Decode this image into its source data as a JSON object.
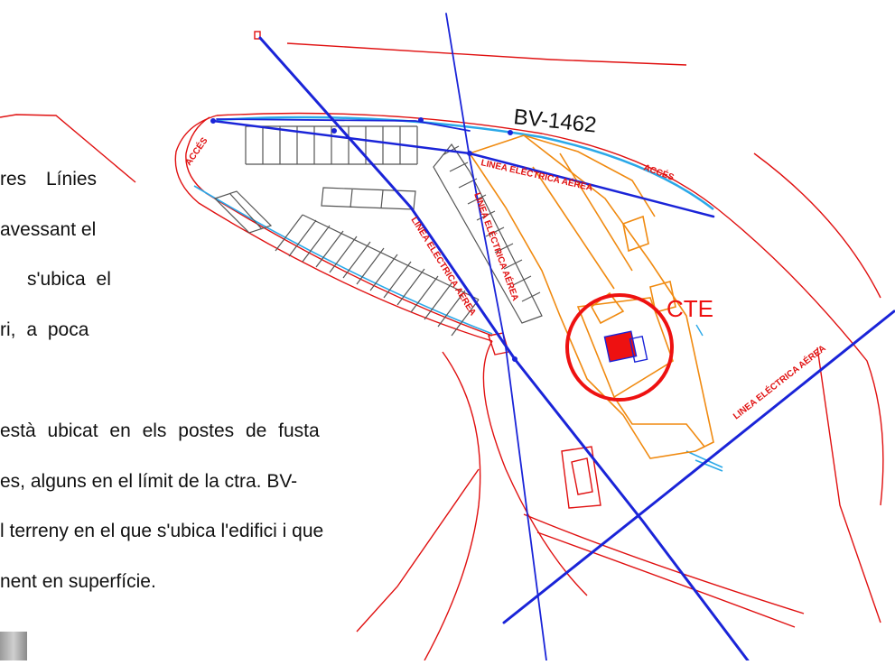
{
  "map": {
    "road_label": "BV-1462",
    "target_label": "CTE",
    "power_line_labels": [
      "LINEA ELÉCTRICA AÉREA",
      "LINEA ELÉCTRICA AÉREA",
      "LINEA ELÉCTRICA AÉREA",
      "LINEA ELÉCTRICA AÉREA"
    ],
    "access_labels": [
      "ACCÉS",
      "ACCÉS"
    ]
  },
  "text_fragments": [
    "res   Línies",
    "avessant el",
    "s'ubica el",
    "ri,   a   poca",
    "està ubicat en els postes de fusta",
    "es, alguns en el límit de la ctra. BV-",
    "l terreny en el que s'ubica l'edifici i que",
    "nent en superfície."
  ],
  "colors": {
    "boundary_red": "#e01010",
    "power_line_blue": "#1a24d8",
    "road_cyan": "#2aa8e8",
    "building_orange": "#f08a10",
    "parking_gray": "#555555",
    "marker_red": "#ee1111"
  }
}
